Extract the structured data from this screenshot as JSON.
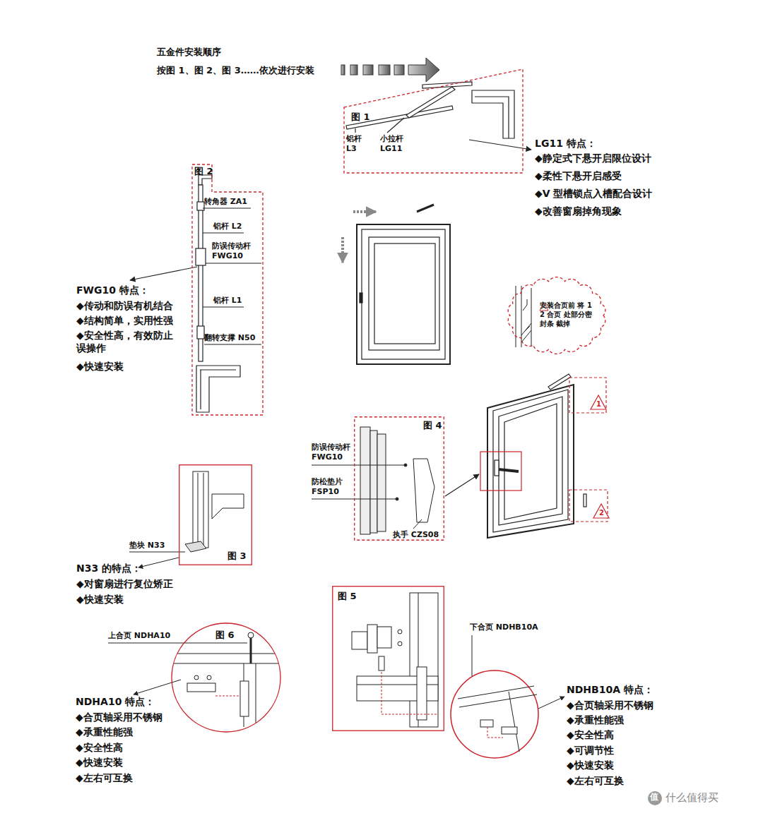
{
  "diagram": {
    "title": "五金件安装顺序",
    "nodes": [
      {
        "text": [
          "图 1"
        ]
      },
      {
        "text": [
          "图 2"
        ]
      },
      {
        "text": [
          "图 3"
        ]
      },
      {
        "text": [
          "图 4"
        ]
      },
      {
        "text": [
          "图 5"
        ]
      },
      {
        "text": [
          "图 6"
        ]
      },
      {
        "text": [
          "安装合页前 将 1 2 合页 处部分密封条 截掉"
        ]
      }
    ],
    "labels": [
      "按图 1、图 2、图 3……依次进行安装",
      "铝杆 L3",
      "小拉杆 LG11",
      "LG11 特点：",
      "◆静定式下悬开启限位设计",
      "◆柔性下悬开启感受",
      "◆V 型槽锁点入槽配合设计",
      "◆改善窗扇掉角现象",
      "转角器 ZA1",
      "铝杆 L2",
      "防误传动杆 FWG10",
      "铝杆 L1",
      "翻转支撑 N50",
      "FWG10 特点：",
      "◆传动和防误有机结合",
      "◆结构简单，实用性强",
      "◆安全性高，有效防止误操作",
      "◆快速安装",
      "1",
      "2",
      "防误传动杆 FWG10",
      "防松垫片 FSP10",
      "执手 CZS08",
      "垫块 N33",
      "N33 的特点：",
      "◆对窗扇进行复位矫正",
      "◆快速安装",
      "上合页 NDHA10",
      "NDHA10 特点：",
      "◆合页轴采用不锈钢",
      "◆承重性能强",
      "◆安全性高",
      "◆快速安装",
      "◆左右可互换",
      "下合页 NDHB10A",
      "NDHB10A 特点：",
      "◆合页轴采用不锈钢",
      "◆承重性能强",
      "◆安全性高",
      "◆可调节性",
      "◆快速安装",
      "◆左右可互换",
      "值",
      "什么值得买"
    ]
  }
}
